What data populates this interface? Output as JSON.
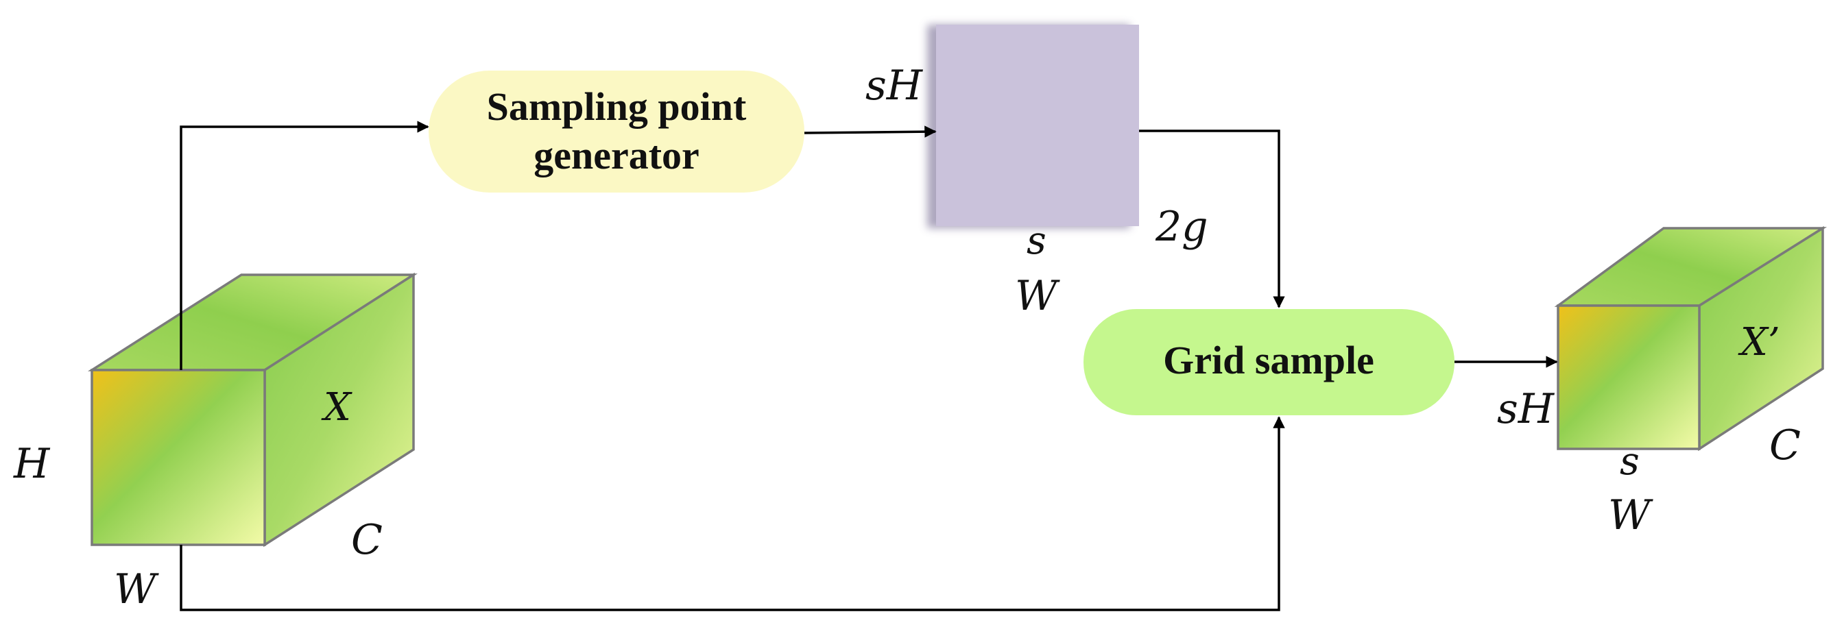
{
  "input_cube": {
    "label": "X",
    "height_label": "H",
    "width_label": "W",
    "channel_label": "C"
  },
  "generator": {
    "line1": "Sampling point",
    "line2": "generator"
  },
  "offset_map": {
    "height_label": "sH",
    "width_label_line1": "s",
    "width_label_line2": "W",
    "channel_label": "2g"
  },
  "grid_sample": {
    "label": "Grid sample"
  },
  "output_cube": {
    "label": "X’",
    "height_label": "sH",
    "width_label_line1": "s",
    "width_label_line2": "W",
    "channel_label": "C"
  },
  "colors": {
    "generator_fill": "#fbf8c4",
    "grid_sample_fill": "#c5f78e",
    "offset_map_fill": "#cac2db",
    "cube_gradient": [
      "#f0c11a",
      "#92d050",
      "#eef9a0"
    ]
  }
}
